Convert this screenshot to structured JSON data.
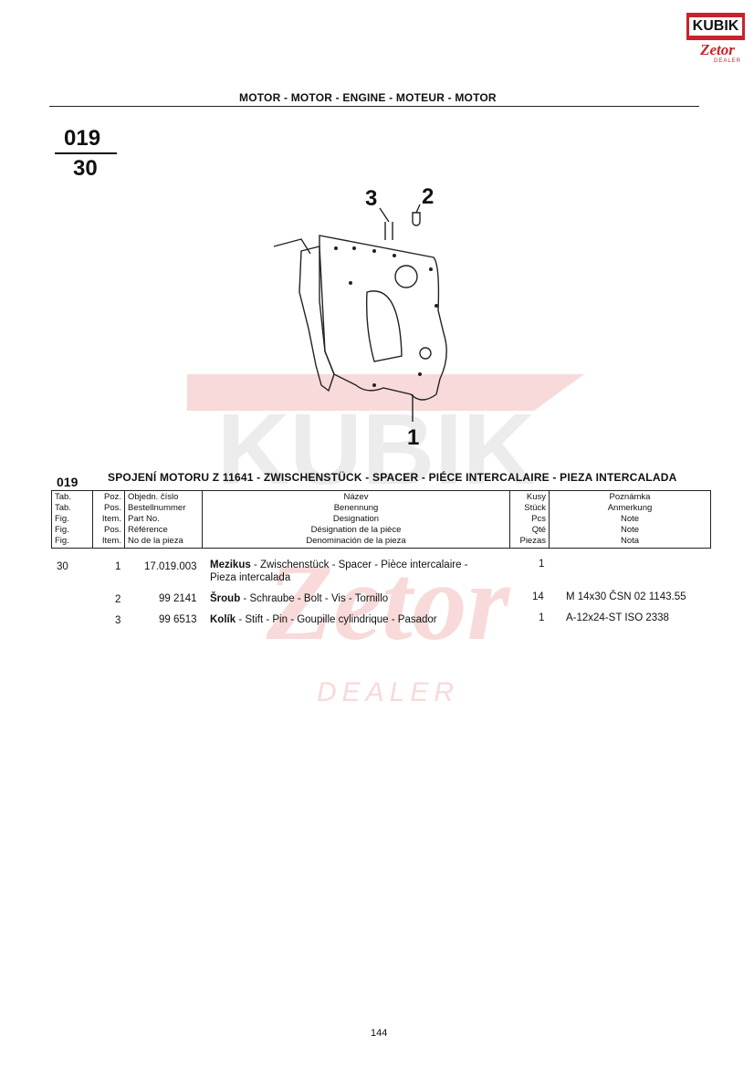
{
  "logo": {
    "brand": "KUBIK",
    "sub": "Zetor",
    "dealer": "DEALER"
  },
  "header": {
    "title": "MOTOR - MOTOR - ENGINE - MOTEUR - MOTOR"
  },
  "figure": {
    "group": "019",
    "table": "30",
    "callouts": [
      "3",
      "2",
      "1"
    ]
  },
  "watermark": {
    "brand": "KUBIK",
    "sub": "Zetor",
    "dealer": "DEALER"
  },
  "section": {
    "number": "019",
    "title": "SPOJENÍ MOTORU Z 11641 - ZWISCHENSTÜCK - SPACER - PIÉCE INTERCALAIRE - PIEZA INTERCALADA"
  },
  "columns": {
    "tab": [
      "Tab.",
      "Tab.",
      "Fig.",
      "Fig.",
      "Fig."
    ],
    "pos": [
      "Poz.",
      "Pos.",
      "Item.",
      "Pos.",
      "Item."
    ],
    "part": [
      "Objedn. číslo",
      "Bestellnummer",
      "Part No.",
      "Référence",
      "No de la pieza"
    ],
    "name": [
      "Název",
      "Benennung",
      "Designation",
      "Désignation de la pièce",
      "Denominación de la pieza"
    ],
    "qty": [
      "Kusy",
      "Stück",
      "Pcs",
      "Qté",
      "Piezas"
    ],
    "note": [
      "Poznámka",
      "Anmerkung",
      "Note",
      "Note",
      "Nota"
    ]
  },
  "rows": [
    {
      "tab": "30",
      "pos": "1",
      "part": "17.019.003",
      "name_bold": "Mezikus",
      "name_rest": " - Zwischenstück - Spacer - Pièce intercalaire -",
      "name_line2": "Pieza intercalada",
      "qty": "1",
      "note": ""
    },
    {
      "tab": "",
      "pos": "2",
      "part": "99 2141",
      "name_bold": "Šroub",
      "name_rest": " - Schraube - Bolt - Vis - Tornillo",
      "name_line2": "",
      "qty": "14",
      "note": "M 14x30 ČSN 02 1143.55"
    },
    {
      "tab": "",
      "pos": "3",
      "part": "99 6513",
      "name_bold": "Kolík",
      "name_rest": " - Stift - Pin - Goupille cylindrique - Pasador",
      "name_line2": "",
      "qty": "1",
      "note": "A-12x24-ST ISO 2338"
    }
  ],
  "page": {
    "number": "144"
  },
  "colors": {
    "brand_red": "#c8232c",
    "watermark": "#f6d2d2"
  }
}
